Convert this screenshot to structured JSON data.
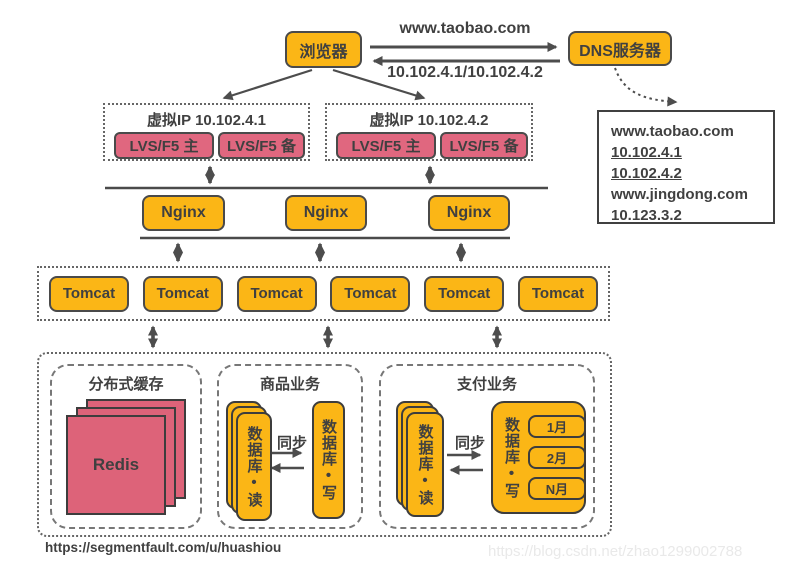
{
  "colors": {
    "node_orange": "#FBB616",
    "node_pink": "#E0677F",
    "border_dark": "#404040",
    "arrow_gray": "#4d4d4d",
    "watermark_gray": "#e9e9e9"
  },
  "top": {
    "browser_label": "浏览器",
    "dns_server_label": "DNS服务器",
    "request_label": "www.taobao.com",
    "response_label": "10.102.4.1/10.102.4.2"
  },
  "vip_groups": [
    {
      "title": "虚拟IP 10.102.4.1",
      "nodes": [
        "LVS/F5 主",
        "LVS/F5 备"
      ]
    },
    {
      "title": "虚拟IP 10.102.4.2",
      "nodes": [
        "LVS/F5 主",
        "LVS/F5 备"
      ]
    }
  ],
  "dns_table": {
    "lines": [
      "www.taobao.com",
      "10.102.4.1",
      "10.102.4.2",
      "www.jingdong.com",
      "10.123.3.2"
    ]
  },
  "nginx": {
    "label": "Nginx",
    "count": 3
  },
  "tomcat": {
    "label": "Tomcat",
    "count": 6
  },
  "cache": {
    "title": "分布式缓存",
    "node_label": "Redis"
  },
  "product": {
    "title": "商品业务",
    "read_db": "数据库•读",
    "sync_label": "同步",
    "write_db": "数据库•写"
  },
  "payment": {
    "title": "支付业务",
    "read_db": "数据库•读",
    "sync_label": "同步",
    "write_db": "数据库•写",
    "shards": [
      "1月",
      "2月",
      "N月"
    ]
  },
  "footer": {
    "source_url": "https://segmentfault.com/u/huashiou",
    "watermark_url": "https://blog.csdn.net/zhao1299002788"
  }
}
